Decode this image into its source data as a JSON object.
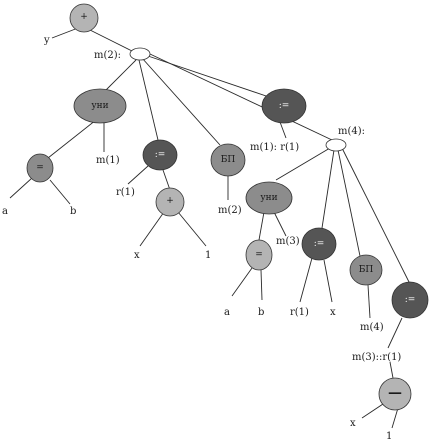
{
  "colors": {
    "light": "#b4b4b4",
    "mid": "#8c8c8c",
    "dark": "#555555",
    "white": "#ffffff"
  },
  "nodes": {
    "root": "+",
    "uni_left": "уни",
    "assign_left": ":=",
    "bp_left": "БП",
    "assign_main": ":=",
    "eq_left": "=",
    "plus_x1": "+",
    "uni_right": "уни",
    "eq_right": "=",
    "assign_r1x": ":=",
    "bp_right": "БП",
    "assign_m3": ":=",
    "minus": "—"
  },
  "labels": {
    "y": "y",
    "m2": "m(2):",
    "a_left": "a",
    "b_left": "b",
    "m1": "m(1)",
    "r1_left": "r(1)",
    "x_left": "x",
    "one_left": "1",
    "m2_target": "m(2)",
    "m1_r1": "m(1): r(1)",
    "m4": "m(4):",
    "m3": "m(3)",
    "a_right": "a",
    "b_right": "b",
    "r1_right": "r(1)",
    "x_right": "x",
    "m4_target": "m(4)",
    "m3_r1": "m(3)::r(1)",
    "x_bottom": "x",
    "one_bottom": "1"
  }
}
